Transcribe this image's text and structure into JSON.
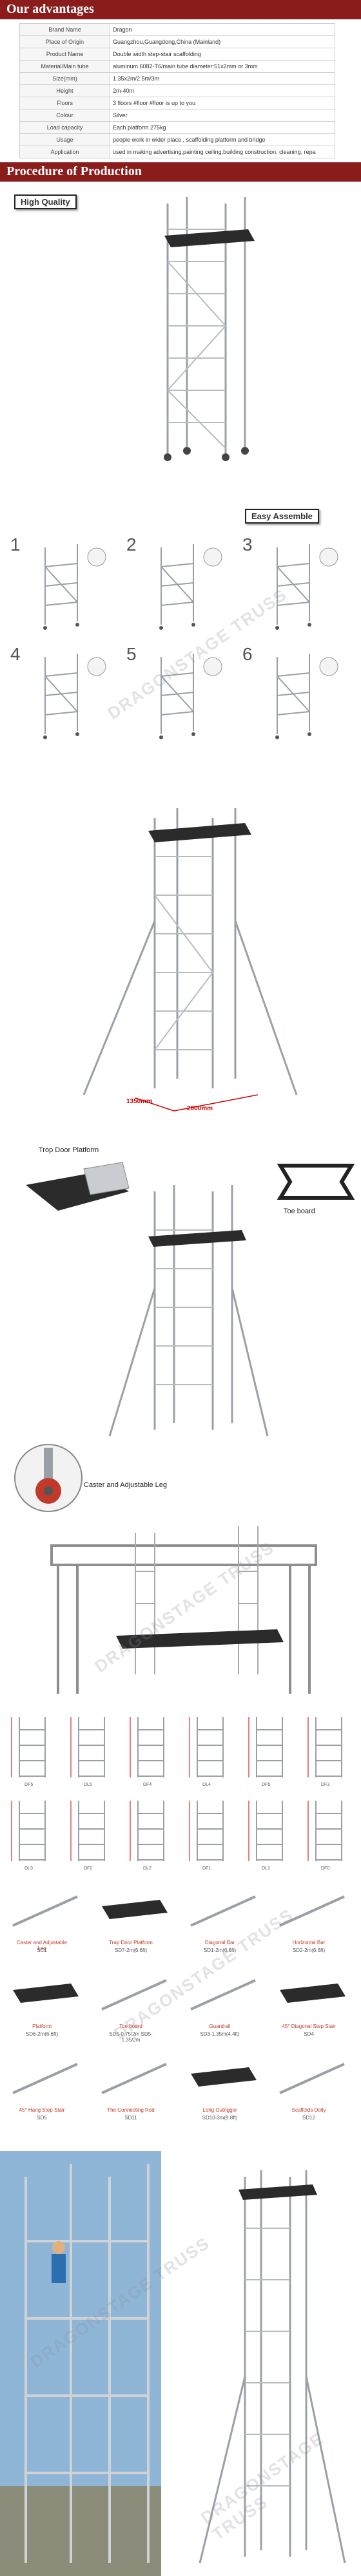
{
  "sections": {
    "advantages": "Our advantages",
    "procedure": "Procedure of Production"
  },
  "specs": [
    {
      "key": "Brand Name",
      "value": "Dragon"
    },
    {
      "key": "Place of Origin",
      "value": "Guangzhou,Guangdong,China (Mainland)"
    },
    {
      "key": "Product Name",
      "value": "Double width step-stair scaffolding"
    },
    {
      "key": "Material/Main tube",
      "value": "aluminum 6082-T6/main tube diameter:51x2mm or 3mm"
    },
    {
      "key": "Size(mm)",
      "value": "1.35x2m/2.5m/3m"
    },
    {
      "key": "Height",
      "value": "2m-40m"
    },
    {
      "key": "Floors",
      "value": "3 floors #floor #floor is up to you"
    },
    {
      "key": "Colour",
      "value": "Silver"
    },
    {
      "key": "Load capacity",
      "value": "Each platform 275kg"
    },
    {
      "key": "Usage",
      "value": "people work in wider place , scaffolding platform and bridge"
    },
    {
      "key": "Application",
      "value": "used in making advertising,painting ceiling,building construction, cleaning, repa"
    }
  ],
  "tags": {
    "quality": "High Quality",
    "assemble": "Easy Assemble"
  },
  "steps": [
    "1",
    "2",
    "3",
    "4",
    "5",
    "6"
  ],
  "dimensions": {
    "width": "1350mm",
    "length": "2000mm"
  },
  "callouts": {
    "trap_door": "Trop Door Platform",
    "toe_board": "Toe board",
    "caster": "Caster and Adjustable Leg"
  },
  "watermark": "DRAGONSTAGE TRUSS",
  "frame_labels": [
    "DF5",
    "DL5",
    "DF4",
    "DL4",
    "DF5",
    "DF3",
    "DL3",
    "DF2",
    "DL2",
    "DF1",
    "DL1",
    "DF0"
  ],
  "components": [
    {
      "name": "Caster and Adjustable Leg",
      "code": "SC1"
    },
    {
      "name": "Trap Door Platform",
      "code": "SD7-2m(6.6ft)"
    },
    {
      "name": "Diagonal Bar",
      "code": "SD1-2m(6.6ft)"
    },
    {
      "name": "Horizontal Bar",
      "code": "SD2-2m(6.6ft)"
    },
    {
      "name": "Platform",
      "code": "SD6-2m(6.6ft)"
    },
    {
      "name": "Toe board",
      "code": "SD5-0.75/2m  SD5-1.35/2m"
    },
    {
      "name": "Guardrail",
      "code": "SD3-1.35m(4.4ft)"
    },
    {
      "name": "45° Diagonal Step Stair",
      "code": "SD4"
    },
    {
      "name": "45° Hang Step Stair",
      "code": "SD5"
    },
    {
      "name": "The Connecting Rod",
      "code": "SD11"
    },
    {
      "name": "Long Outrigger",
      "code": "SD10-3m(9.8ft)"
    },
    {
      "name": "Scaffolds Dolly",
      "code": "SD12"
    }
  ],
  "colors": {
    "banner": "#8a1c1c",
    "frame": "#9aa0a6",
    "platform": "#2b2b2b",
    "accent": "#cc0000"
  }
}
